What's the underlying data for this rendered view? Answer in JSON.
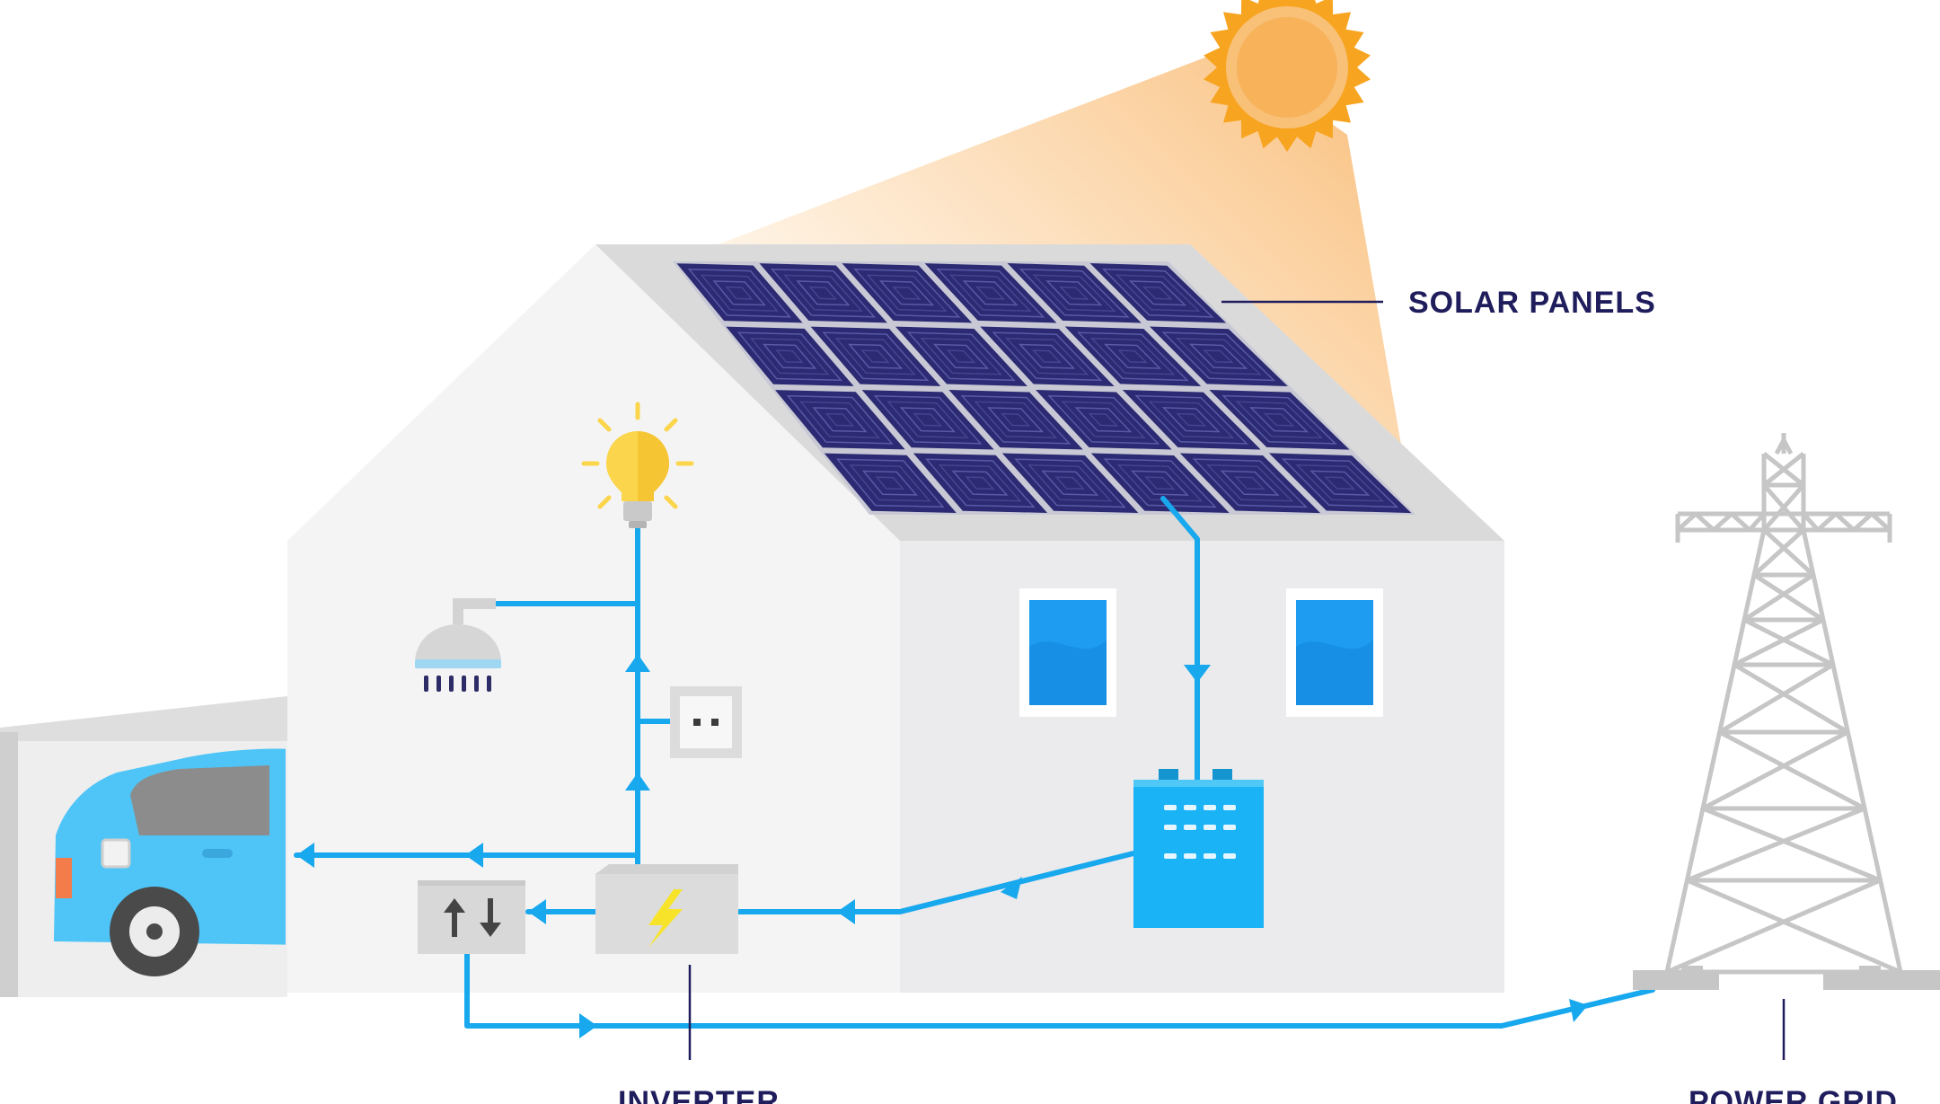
{
  "labels": {
    "solar_panels": "SOLAR PANELS",
    "inverter": "INVERTER",
    "power_grid": "POWER GRID"
  },
  "icons": {
    "sun": "sun-icon",
    "light_bulb": "light-bulb-icon",
    "shower": "shower-icon",
    "socket": "power-socket-icon",
    "battery": "battery-icon",
    "inverter": "lightning-bolt-icon",
    "meter": "up-down-arrows-icon",
    "car": "car-icon",
    "tower": "power-tower-icon"
  },
  "colors": {
    "label_text": "#1f1d5c",
    "wire": "#17a8ee",
    "panel": "#2b2a72",
    "panel_frame": "#c9c9d6",
    "sun": "#f7a520",
    "sunbeam": "#fbd39a",
    "house_left_wall": "#f4f4f4",
    "house_right_wall": "#ebeaec",
    "roof": "#dadadb",
    "window": "#1d9cf2",
    "battery": "#1ab3f5",
    "car": "#4fc5f7",
    "tower": "#c6c6c6",
    "bulb": "#fbd54b"
  }
}
